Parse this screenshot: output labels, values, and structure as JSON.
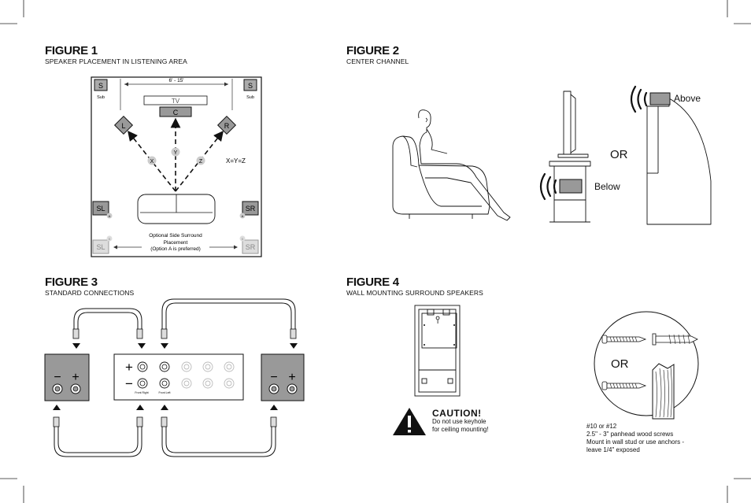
{
  "figure1": {
    "title": "FIGURE 1",
    "subtitle": "SPEAKER PLACEMENT IN LISTENING AREA",
    "distance": "6' - 15'",
    "tv": "TV",
    "center": "C",
    "left": "L",
    "right": "R",
    "sub": "S",
    "sub_caption": "Sub",
    "surround_left": "SL",
    "surround_right": "SR",
    "x": "X",
    "y": "Y",
    "z": "Z",
    "equation": "X=Y=Z",
    "option_a": "A",
    "option_b": "B",
    "optional_line1": "Optional Side Surround",
    "optional_line2": "Placement",
    "optional_line3": "(Option A is preferred)"
  },
  "figure2": {
    "title": "FIGURE 2",
    "subtitle": "CENTER CHANNEL",
    "above": "Above",
    "below": "Below",
    "or": "OR"
  },
  "figure3": {
    "title": "FIGURE 3",
    "subtitle": "STANDARD CONNECTIONS",
    "minus": "−",
    "plus": "+",
    "front_right": "Front Right",
    "front_left": "Front Left"
  },
  "figure4": {
    "title": "FIGURE 4",
    "subtitle": "WALL MOUNTING SURROUND SPEAKERS",
    "caution_title": "CAUTION!",
    "caution_line1": "Do not use keyhole",
    "caution_line2": "for ceiling mounting!",
    "or": "OR",
    "screw_line1": "#10 or #12",
    "screw_line2": "2.5\" - 3\" panhead wood screws",
    "screw_line3": "Mount in wall stud or use anchors -",
    "screw_line4": "leave 1/4\" exposed"
  }
}
